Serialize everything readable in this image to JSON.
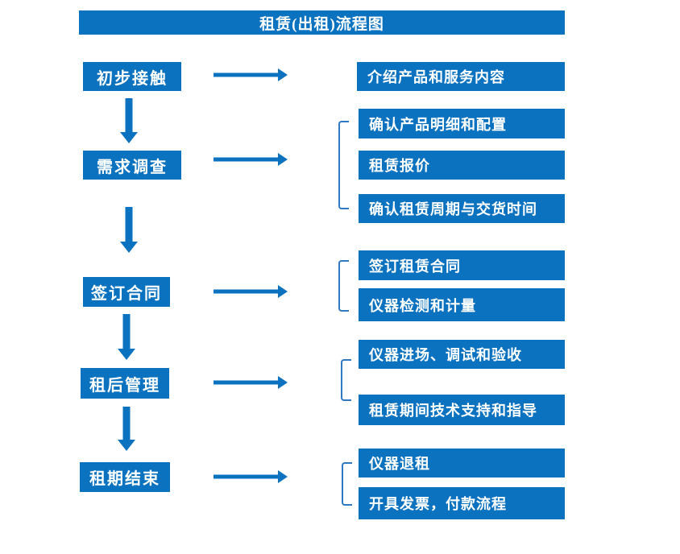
{
  "title": "租赁(出租)流程图",
  "colors": {
    "primary": "#0b72c0",
    "bracket": "#2f79c2",
    "text": "#ffffff",
    "background": "#ffffff"
  },
  "steps": [
    {
      "label": "初步接触",
      "details": [
        "介绍产品和服务内容"
      ]
    },
    {
      "label": "需求调查",
      "details": [
        "确认产品明细和配置",
        "租赁报价",
        "确认租赁周期与交货时间"
      ]
    },
    {
      "label": "签订合同",
      "details": [
        "签订租赁合同",
        "仪器检测和计量"
      ]
    },
    {
      "label": "租后管理",
      "details": [
        "仪器进场、调试和验收",
        "租赁期间技术支持和指导"
      ]
    },
    {
      "label": "租期结束",
      "details": [
        "仪器退租",
        "开具发票，付款流程"
      ]
    }
  ]
}
